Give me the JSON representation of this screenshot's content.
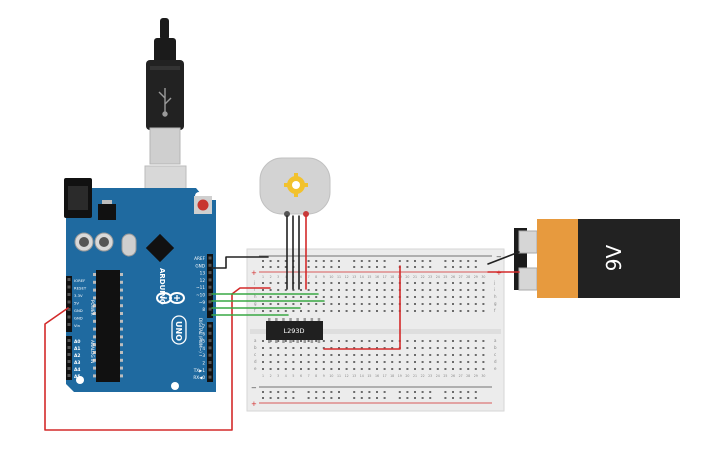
{
  "app": {
    "view": "circuit-schematic-canvas"
  },
  "arduino": {
    "brand": "ARDUINO",
    "model": "UNO",
    "power_header": [
      "IOREF",
      "RESET",
      "3.3V",
      "5V",
      "GND",
      "GND",
      "Vin"
    ],
    "power_label": "POWER",
    "analog_pins": [
      "A0",
      "A1",
      "A2",
      "A3",
      "A4",
      "A5"
    ],
    "analog_label": "ANALOG IN",
    "digital_pins": [
      "AREF",
      "GND",
      "13",
      "12",
      "~11",
      "~10",
      "~9",
      "8",
      "7",
      "~6",
      "~5",
      "4",
      "~3",
      "2",
      "TX▶1",
      "RX◀0"
    ],
    "digital_label": "DIGITAL (PWM~)"
  },
  "breadboard": {
    "row_letters_top": [
      "a",
      "b",
      "c",
      "d",
      "e"
    ],
    "row_letters_bottom": [
      "f",
      "g",
      "h",
      "i",
      "j"
    ],
    "columns": 30
  },
  "ic": {
    "label": "L293D"
  },
  "battery": {
    "label": "9V"
  },
  "colors": {
    "board": "#1f6aa0",
    "wire_red": "#d32a2a",
    "wire_black": "#222222",
    "wire_green": "#39a845",
    "battery_orange": "#e79a3e",
    "breadboard": "#ececec"
  }
}
